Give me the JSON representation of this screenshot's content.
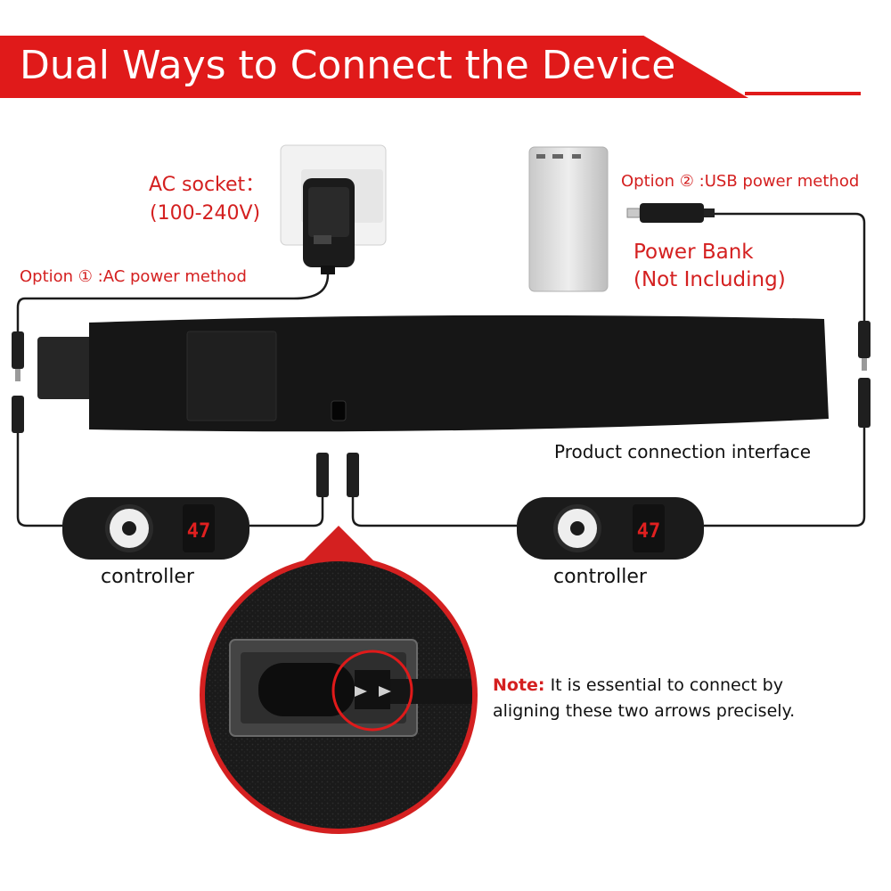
{
  "header": {
    "title": "Dual Ways to Connect the Device"
  },
  "ac": {
    "socket_label": "AC socket：",
    "voltage": "(100-240V)",
    "option_label": "Option ① :AC power method"
  },
  "usb": {
    "option_label": "Option ② :USB power method",
    "power_bank_label": "Power Bank",
    "not_including": "(Not Including)"
  },
  "product": {
    "interface_label": "Product connection interface"
  },
  "controllers": {
    "left_label": "controller",
    "right_label": "controller",
    "display_value": "47"
  },
  "note": {
    "prefix": "Note:",
    "line1": " It is essential to connect by",
    "line2": "aligning these two arrows precisely."
  },
  "colors": {
    "accent": "#e01a1a",
    "label_red": "#d42020",
    "device": "#1b1b1b"
  }
}
